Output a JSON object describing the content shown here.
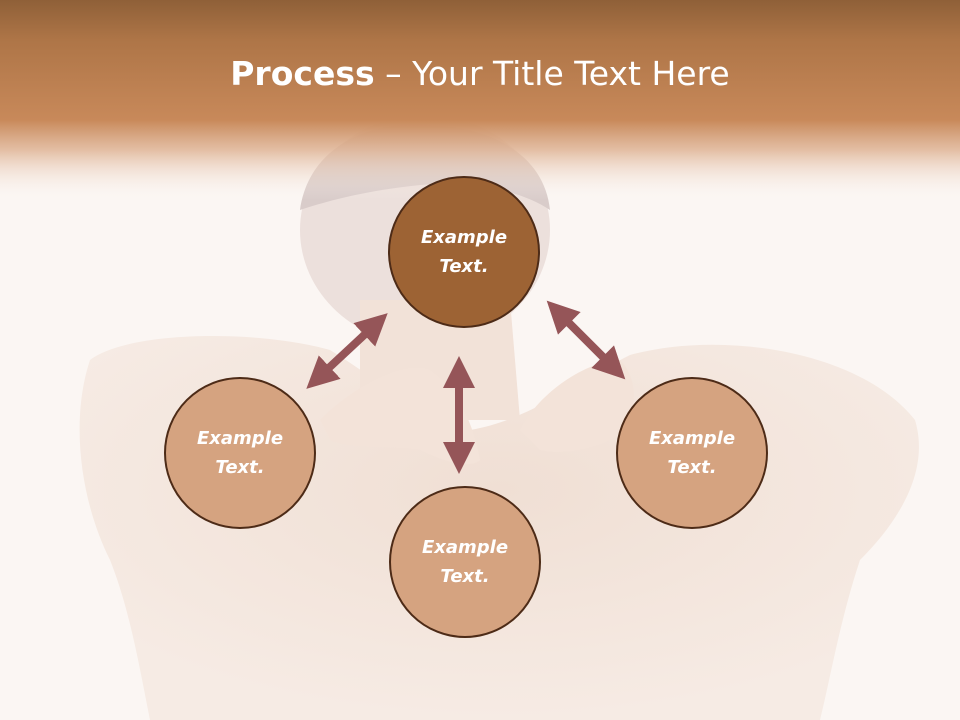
{
  "slide": {
    "title_bold": "Process",
    "title_rest": " – Your Title Text Here"
  },
  "nodes": {
    "top": "Example Text.",
    "left": "Example Text.",
    "right": "Example Text.",
    "bottom": "Example Text."
  },
  "colors": {
    "header_band": "#c38658",
    "top_circle": "#9d6334",
    "other_circles": "#d5a380",
    "circle_border": "#4d2b17",
    "arrow": "#955558"
  }
}
